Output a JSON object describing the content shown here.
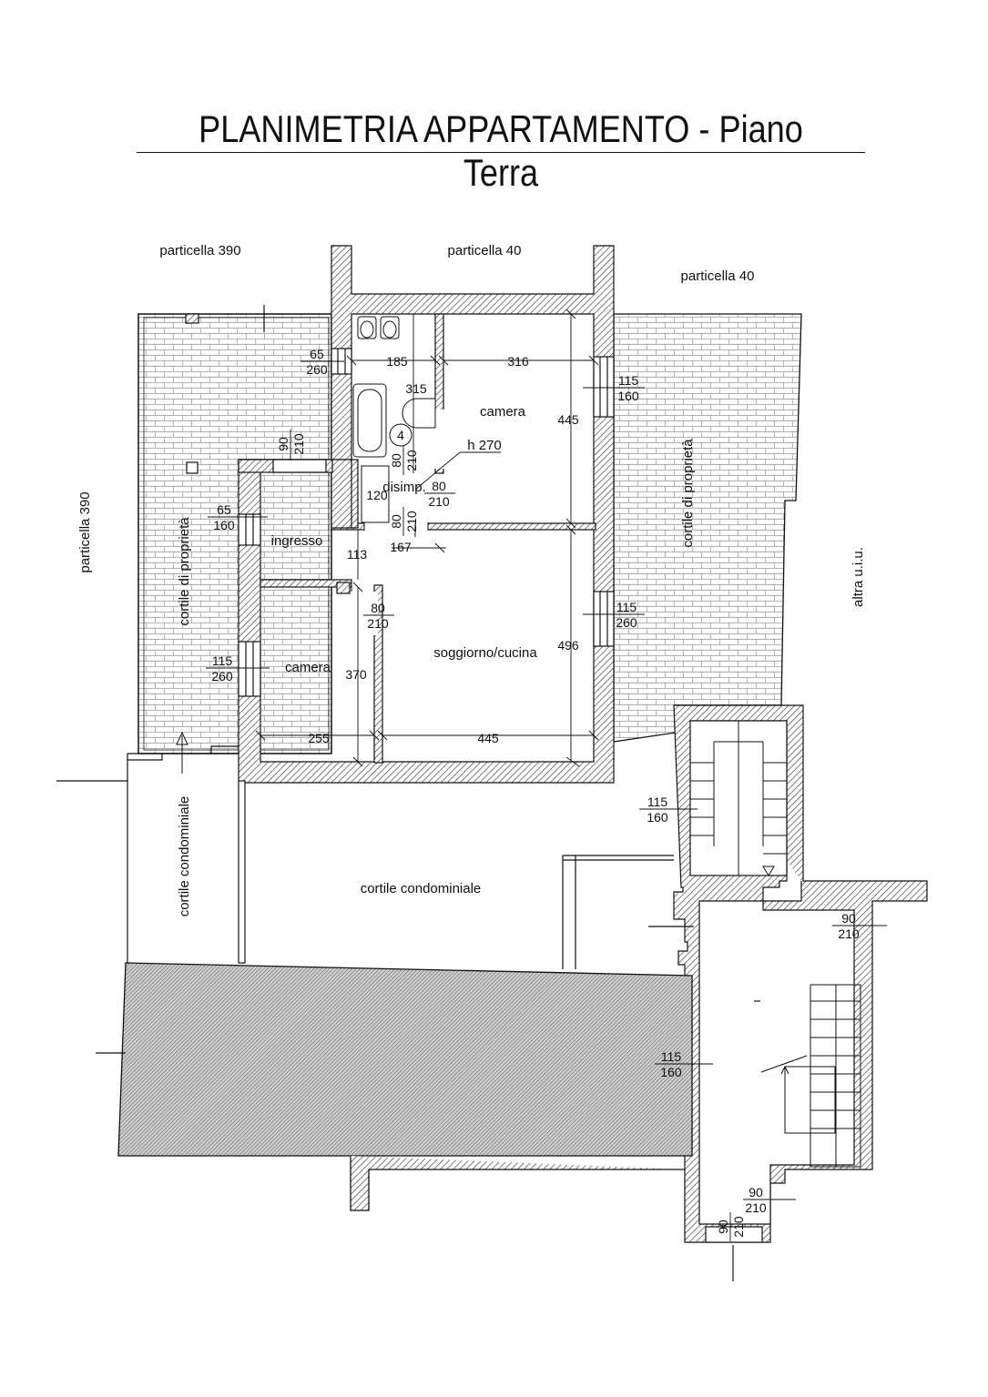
{
  "title": "PLANIMETRIA APPARTAMENTO - Piano Terra",
  "parcels": {
    "p390_top": "particella 390",
    "p40_top": "particella 40",
    "p40_right": "particella 40",
    "p390_left": "particella 390",
    "other_unit": "altra u.i.u."
  },
  "areas": {
    "courtyard_left": "cortile di proprietà",
    "courtyard_right": "cortile di proprietà",
    "condo_courtyard_vertical": "cortile condominiale",
    "condo_courtyard_main": "cortile condominiale"
  },
  "rooms": {
    "camera_top": "camera",
    "ingresso": "ingresso",
    "disimpegno": "disimp.",
    "camera_bottom": "camera",
    "soggiorno": "soggiorno/cucina"
  },
  "ceiling_height": "h 270",
  "bath_marker": "4",
  "dimensions": {
    "d185": "185",
    "d316": "316",
    "d315": "315",
    "d445_vertical": "445",
    "d120": "120",
    "d113": "113",
    "d167": "167",
    "d370": "370",
    "d496": "496",
    "d255": "255",
    "d445_horizontal": "445"
  },
  "openings": [
    {
      "id": "w1",
      "top": "65",
      "bottom": "260"
    },
    {
      "id": "w2",
      "top": "115",
      "bottom": "160"
    },
    {
      "id": "w3",
      "top": "90",
      "bottom": "210"
    },
    {
      "id": "w4",
      "top": "80",
      "bottom": "210"
    },
    {
      "id": "w5",
      "top": "80",
      "bottom": "210"
    },
    {
      "id": "w6",
      "top": "80",
      "bottom": "210"
    },
    {
      "id": "w7",
      "top": "65",
      "bottom": "160"
    },
    {
      "id": "w8",
      "top": "80",
      "bottom": "210"
    },
    {
      "id": "w9",
      "top": "115",
      "bottom": "260"
    },
    {
      "id": "w10",
      "top": "115",
      "bottom": "260"
    },
    {
      "id": "w11",
      "top": "115",
      "bottom": "160"
    },
    {
      "id": "w12",
      "top": "90",
      "bottom": "210"
    },
    {
      "id": "w13",
      "top": "115",
      "bottom": "160"
    },
    {
      "id": "w14",
      "top": "90",
      "bottom": "210"
    },
    {
      "id": "w15",
      "top": "90",
      "bottom": "210"
    }
  ]
}
